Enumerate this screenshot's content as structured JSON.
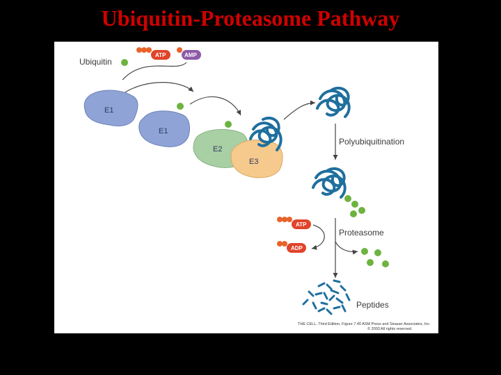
{
  "slide": {
    "title": "Ubiquitin-Proteasome Pathway"
  },
  "figure": {
    "labels": {
      "ubiquitin": "Ubiquitin",
      "atp_top": "ATP",
      "amp": "AMP",
      "e1_a": "E1",
      "e1_b": "E1",
      "e2": "E2",
      "e3": "E3",
      "polyubiquitination": "Polyubiquitination",
      "atp_bottom": "ATP",
      "adp": "ADP",
      "proteasome": "Proteasome",
      "peptides": "Peptides"
    },
    "credit": {
      "line1": "THE CELL, Third Edition, Figure 7.40  ASM Press and Sinauer Associates, Inc.",
      "line2": "© 2003 All rights reserved."
    },
    "colors": {
      "ubiquitin": "#6db33f",
      "atp": "#e8632a",
      "amp": "#8e5aa8",
      "enzyme_e1": "#8fa3d6",
      "enzyme_e2": "#a9cfa4",
      "enzyme_e3": "#f6c98c",
      "substrate": "#1f6f9e",
      "title": "#d10000"
    }
  }
}
